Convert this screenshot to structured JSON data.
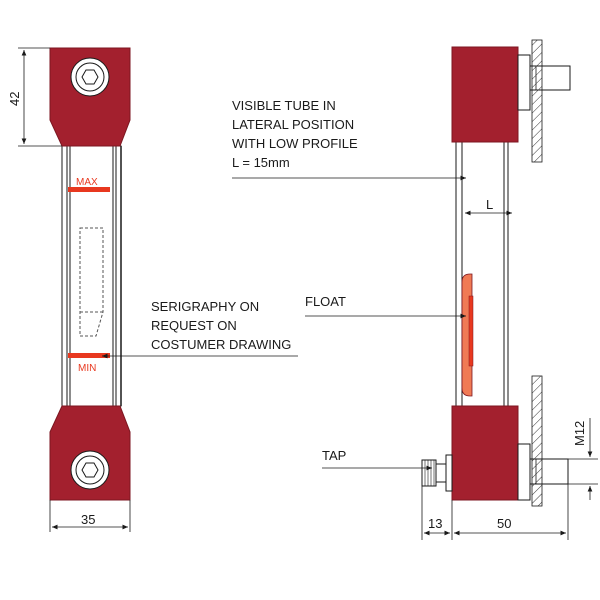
{
  "colors": {
    "body_red": "#a3202e",
    "body_red_dark": "#7c1620",
    "level_mark": "#e8381f",
    "float_orange": "#f07a55",
    "line": "#1a1a1a"
  },
  "labels": {
    "visible_tube": [
      "VISIBLE TUBE IN",
      "LATERAL POSITION",
      "WITH LOW PROFILE",
      "L = 15mm"
    ],
    "serigraphy": [
      "SERIGRAPHY ON",
      "REQUEST ON",
      "COSTUMER DRAWING"
    ],
    "float": "FLOAT",
    "tap": "TAP"
  },
  "level_marks": {
    "max": "MAX",
    "min": "MIN"
  },
  "dimensions": {
    "head_height": "42",
    "width": "35",
    "tube_offset": "L",
    "thread": "M12",
    "tap_length": "13",
    "body_depth": "50"
  },
  "icons": [
    "hex-screw-icon",
    "hex-screw-icon"
  ]
}
